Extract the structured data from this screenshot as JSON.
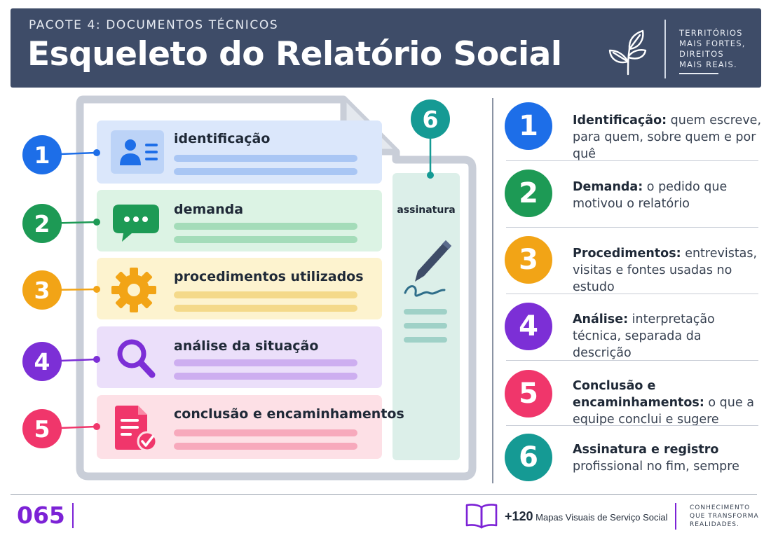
{
  "header": {
    "kicker": "PACOTE 4: DOCUMENTOS TÉCNICOS",
    "title": "Esqueleto do Relatório Social",
    "tagline": [
      "TERRITÓRIOS",
      "MAIS FORTES,",
      "DIREITOS",
      "MAIS REAIS."
    ],
    "icon": "sprout-icon"
  },
  "document": {
    "sections": [
      {
        "num": "1",
        "label": "identificação",
        "color": "#1d6ee8",
        "icon": "id-card-icon"
      },
      {
        "num": "2",
        "label": "demanda",
        "color": "#1d9a55",
        "icon": "chat-bubble-icon"
      },
      {
        "num": "3",
        "label": "procedimentos utilizados",
        "color": "#f2a416",
        "icon": "gear-icon"
      },
      {
        "num": "4",
        "label": "análise da situação",
        "color": "#7c2fd6",
        "icon": "magnifier-icon"
      },
      {
        "num": "5",
        "label": "conclusão e encaminhamentos",
        "color": "#f0366b",
        "icon": "document-check-icon"
      }
    ],
    "signature": {
      "num": "6",
      "label": "assinatura",
      "color": "#159a94",
      "icon": "pen-signature-icon"
    }
  },
  "list": [
    {
      "num": "1",
      "title": "Identificação:",
      "text": " quem escreve, para quem, sobre quem e por quê",
      "color": "#1d6ee8"
    },
    {
      "num": "2",
      "title": "Demanda:",
      "text": " o pedido que motivou o relatório",
      "color": "#1d9a55"
    },
    {
      "num": "3",
      "title": "Procedimentos:",
      "text": " entrevistas, visitas e fontes usadas no estudo",
      "color": "#f2a416"
    },
    {
      "num": "4",
      "title": "Análise:",
      "text": " interpretação técnica, separada da descrição",
      "color": "#7c2fd6"
    },
    {
      "num": "5",
      "title": "Conclusão e encaminhamentos:",
      "text": " o que a equipe conclui e sugere",
      "color": "#f0366b"
    },
    {
      "num": "6",
      "title": "Assinatura e registro",
      "text": " profissional no fim, sempre",
      "color": "#159a94"
    }
  ],
  "footer": {
    "page_number": "065",
    "series_count": "+120",
    "series_name": " Mapas Visuais de Serviço Social",
    "tagline": [
      "CONHECIMENTO",
      "QUE TRANSFORMA",
      "REALIDADES."
    ],
    "icon": "open-book-icon"
  }
}
